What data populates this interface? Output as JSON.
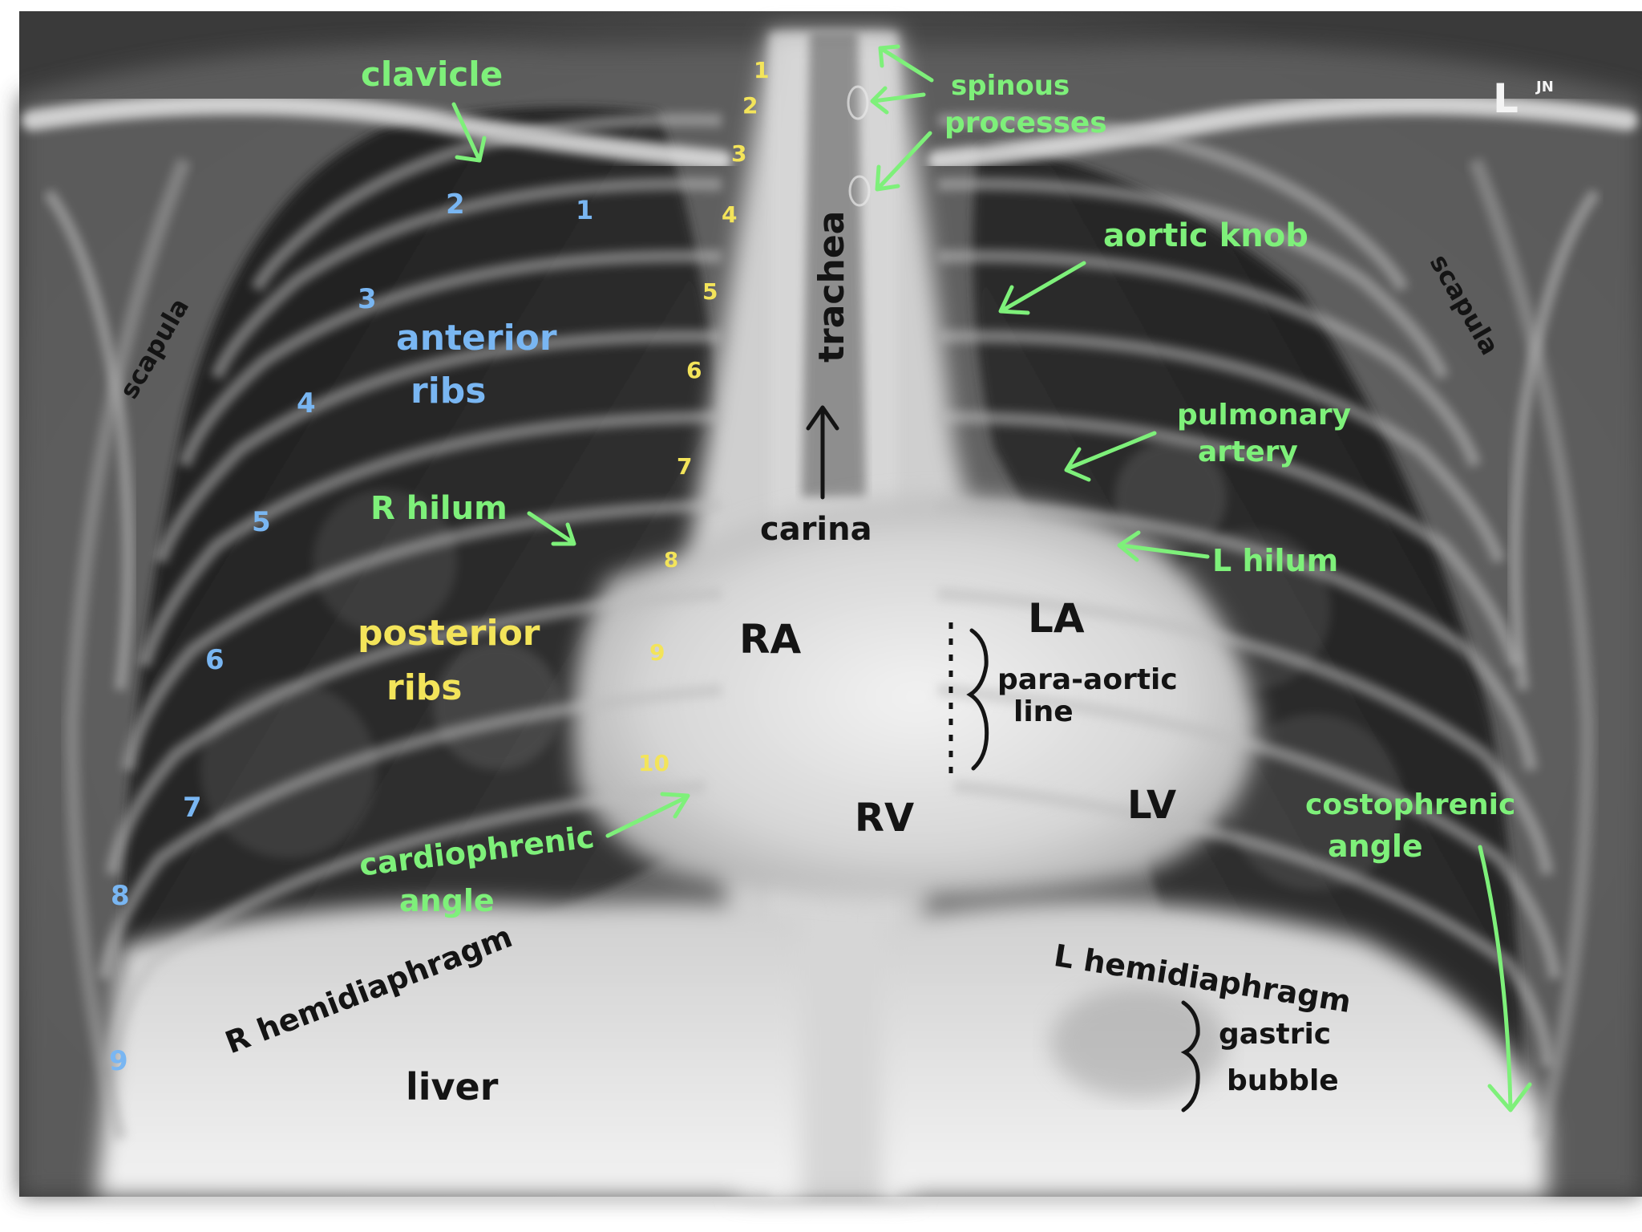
{
  "image": {
    "description_icon": "chest-xray-image",
    "colors": {
      "green_labels": "#7ef07a",
      "blue_labels": "#79b6f2",
      "yellow_labels": "#f3e45a",
      "black_labels": "#141414"
    }
  },
  "labels": {
    "clavicle": "clavicle",
    "spinous": "spinous",
    "processes": "processes",
    "aortic_knob": "aortic knob",
    "scapula_left": "scapula",
    "scapula_right": "scapula",
    "trachea": "trachea",
    "anterior": "anterior",
    "ribs_anterior": "ribs",
    "pulmonary": "pulmonary",
    "artery": "artery",
    "r_hilum": "R hilum",
    "carina": "carina",
    "l_hilum": "L hilum",
    "posterior": "posterior",
    "ribs_posterior": "ribs",
    "ra": "RA",
    "la": "LA",
    "para_aortic": "para-aortic",
    "line": "line",
    "rv": "RV",
    "lv": "LV",
    "costophrenic": "costophrenic",
    "angle_costo": "angle",
    "cardiophrenic": "cardiophrenic",
    "angle_cardio": "angle",
    "r_hemidiaphragm": "R hemidiaphragm",
    "l_hemidiaphragm": "L hemidiaphragm",
    "gastric": "gastric",
    "bubble": "bubble",
    "liver": "liver",
    "side_marker": "L",
    "initials": "JN"
  },
  "anterior_rib_numbers": [
    "1",
    "2",
    "3",
    "4",
    "5",
    "6",
    "7",
    "8",
    "9"
  ],
  "posterior_rib_numbers": [
    "1",
    "2",
    "3",
    "4",
    "5",
    "6",
    "7",
    "8",
    "9",
    "10"
  ]
}
